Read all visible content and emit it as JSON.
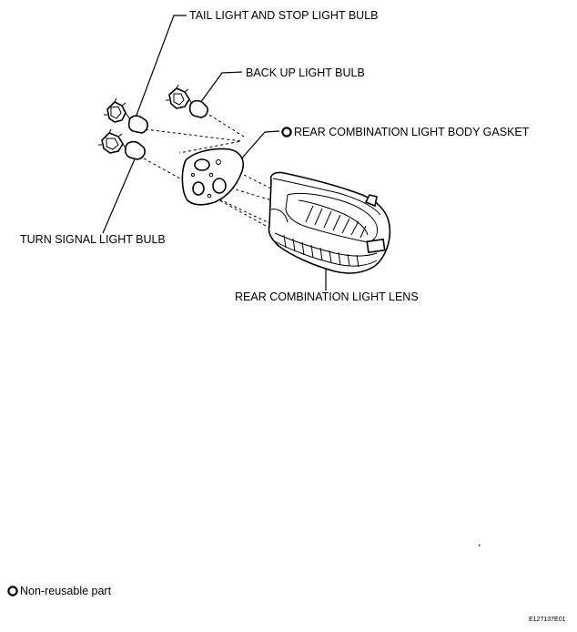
{
  "labels": {
    "tail_stop_bulb": "TAIL LIGHT AND STOP LIGHT BULB",
    "back_up_bulb": "BACK UP LIGHT BULB",
    "gasket": "REAR COMBINATION LIGHT BODY GASKET",
    "turn_signal_bulb": "TURN SIGNAL LIGHT BULB",
    "lens": "REAR COMBINATION LIGHT LENS"
  },
  "legend": {
    "text": "Non-reusable part"
  },
  "figure_code": "E127137E01"
}
